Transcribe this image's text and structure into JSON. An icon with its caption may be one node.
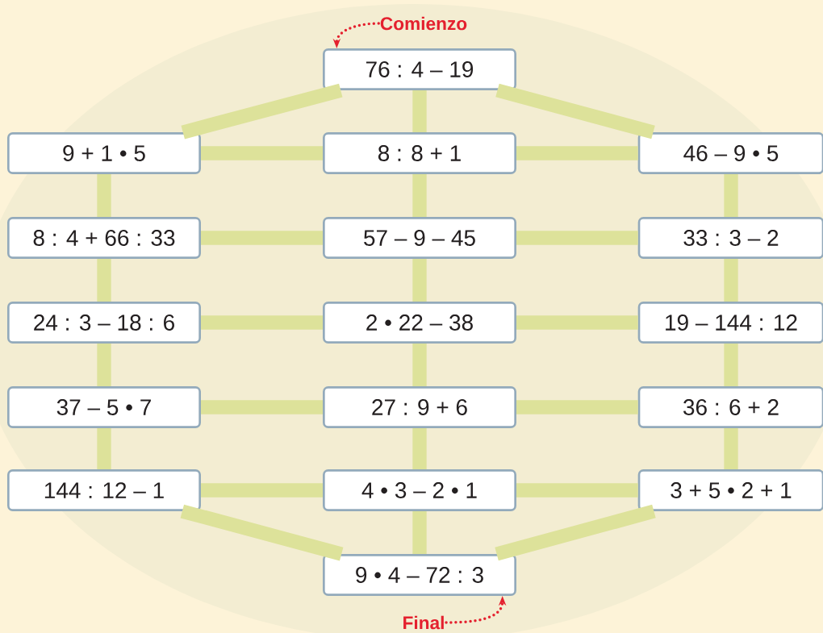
{
  "diagram": {
    "nodes": [
      {
        "text": [
          "Comienzo"
        ]
      },
      {
        "text": [
          "76 : 4 – 19"
        ]
      },
      {
        "text": [
          "9 + 1 • 5"
        ]
      },
      {
        "text": [
          "8 : 8 + 1"
        ]
      },
      {
        "text": [
          "46 – 9 • 5"
        ]
      },
      {
        "text": [
          "8 : 4 + 66 : 33"
        ]
      },
      {
        "text": [
          "57 – 9 – 45"
        ]
      },
      {
        "text": [
          "33 : 3 – 2"
        ]
      },
      {
        "text": [
          "24 : 3 – 18 : 6"
        ]
      },
      {
        "text": [
          "2 • 22 – 38"
        ]
      },
      {
        "text": [
          "19 – 144 : 12"
        ]
      },
      {
        "text": [
          "37 – 5 • 7"
        ]
      },
      {
        "text": [
          "27 : 9 + 6"
        ]
      },
      {
        "text": [
          "36 : 6 + 2"
        ]
      },
      {
        "text": [
          "144 : 12 – 1"
        ]
      },
      {
        "text": [
          "4 • 3 – 2 • 1"
        ]
      },
      {
        "text": [
          "3 + 5 • 2 + 1"
        ]
      },
      {
        "text": [
          "9 • 4 – 72 : 3"
        ]
      },
      {
        "text": [
          "Final"
        ]
      }
    ],
    "edges": [
      {
        "from": 0,
        "to": 1,
        "arrow": "to",
        "style": "dashed",
        "color": "#e4202e"
      },
      {
        "from": 1,
        "to": 2,
        "arrow": "none"
      },
      {
        "from": 1,
        "to": 3,
        "arrow": "none"
      },
      {
        "from": 1,
        "to": 4,
        "arrow": "none"
      },
      {
        "from": 2,
        "to": 3,
        "arrow": "none"
      },
      {
        "from": 3,
        "to": 4,
        "arrow": "none"
      },
      {
        "from": 2,
        "to": 5,
        "arrow": "none"
      },
      {
        "from": 3,
        "to": 6,
        "arrow": "none"
      },
      {
        "from": 4,
        "to": 7,
        "arrow": "none"
      },
      {
        "from": 5,
        "to": 6,
        "arrow": "none"
      },
      {
        "from": 6,
        "to": 7,
        "arrow": "none"
      },
      {
        "from": 5,
        "to": 8,
        "arrow": "none"
      },
      {
        "from": 6,
        "to": 9,
        "arrow": "none"
      },
      {
        "from": 7,
        "to": 10,
        "arrow": "none"
      },
      {
        "from": 8,
        "to": 9,
        "arrow": "none"
      },
      {
        "from": 9,
        "to": 10,
        "arrow": "none"
      },
      {
        "from": 8,
        "to": 11,
        "arrow": "none"
      },
      {
        "from": 9,
        "to": 12,
        "arrow": "none"
      },
      {
        "from": 10,
        "to": 13,
        "arrow": "none"
      },
      {
        "from": 11,
        "to": 12,
        "arrow": "none"
      },
      {
        "from": 12,
        "to": 13,
        "arrow": "none"
      },
      {
        "from": 11,
        "to": 14,
        "arrow": "none"
      },
      {
        "from": 12,
        "to": 15,
        "arrow": "none"
      },
      {
        "from": 13,
        "to": 16,
        "arrow": "none"
      },
      {
        "from": 14,
        "to": 15,
        "arrow": "none"
      },
      {
        "from": 15,
        "to": 16,
        "arrow": "none"
      },
      {
        "from": 14,
        "to": 17,
        "arrow": "none"
      },
      {
        "from": 15,
        "to": 17,
        "arrow": "none"
      },
      {
        "from": 16,
        "to": 17,
        "arrow": "none"
      },
      {
        "from": 18,
        "to": 17,
        "arrow": "to",
        "style": "dashed",
        "color": "#e4202e"
      }
    ]
  }
}
